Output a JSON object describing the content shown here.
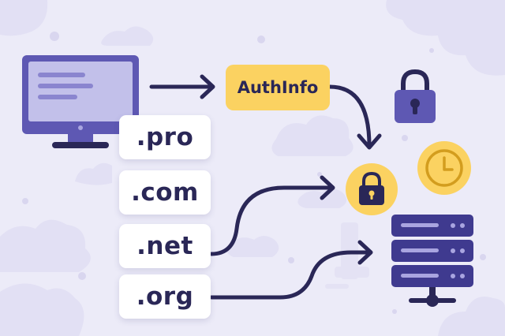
{
  "labels": {
    "auth": "AuthInfo",
    "tlds": [
      ".pro",
      ".com",
      ".net",
      ".org"
    ]
  },
  "icons": {
    "computer": "monitor-icon",
    "padlock_top": "padlock-icon",
    "padlock_circle": "padlock-badge-icon",
    "clock": "clock-icon",
    "server": "server-rack-icon"
  },
  "colors": {
    "background": "#ecebf8",
    "accent_yellow": "#fbd261",
    "accent_purple": "#5e58b3",
    "ink": "#2a2757"
  }
}
